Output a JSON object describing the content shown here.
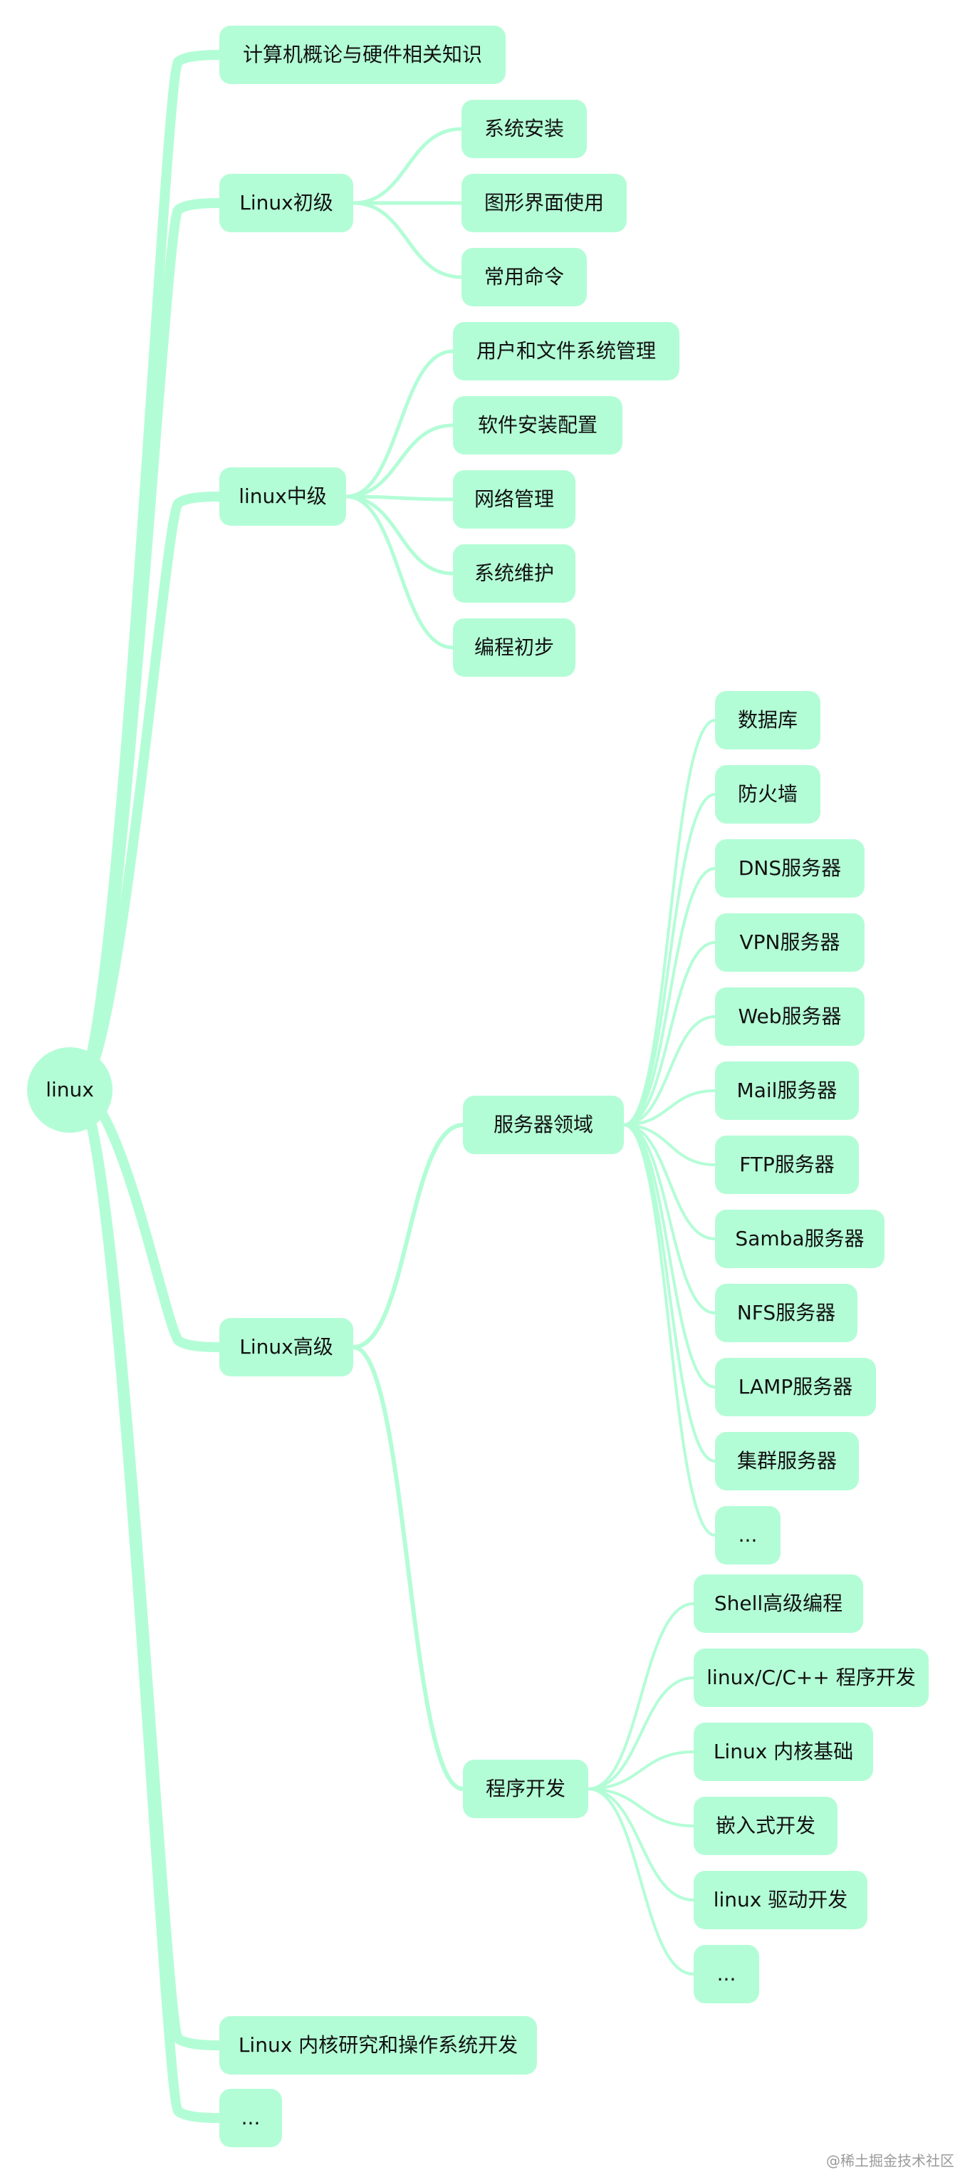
{
  "mindmap": {
    "root": {
      "label": "linux"
    },
    "branches": [
      {
        "key": "hw",
        "label": "计算机概论与硬件相关知识",
        "children": []
      },
      {
        "key": "basic",
        "label": "Linux初级",
        "children": [
          "系统安装",
          "图形界面使用",
          "常用命令"
        ]
      },
      {
        "key": "mid",
        "label": "linux中级",
        "children": [
          "用户和文件系统管理",
          "软件安装配置",
          "网络管理",
          "系统维护",
          "编程初步"
        ]
      },
      {
        "key": "adv",
        "label": "Linux高级",
        "children": [
          {
            "key": "server",
            "label": "服务器领域",
            "children": [
              "数据库",
              "防火墙",
              "DNS服务器",
              "VPN服务器",
              "Web服务器",
              "Mail服务器",
              "FTP服务器",
              "Samba服务器",
              "NFS服务器",
              "LAMP服务器",
              "集群服务器",
              "..."
            ]
          },
          {
            "key": "prog",
            "label": "程序开发",
            "children": [
              "Shell高级编程",
              "linux/C/C++ 程序开发",
              "Linux 内核基础",
              "嵌入式开发",
              "linux 驱动开发",
              "..."
            ]
          }
        ]
      },
      {
        "key": "kernel",
        "label": "Linux 内核研究和操作系统开发",
        "children": []
      },
      {
        "key": "more",
        "label": "...",
        "children": []
      }
    ]
  },
  "watermark": "@稀土掘金技术社区",
  "colors": {
    "node_fill": "#b3fdd6",
    "edge": "#b3fdd6",
    "text": "#111111",
    "background": "#ffffff"
  }
}
